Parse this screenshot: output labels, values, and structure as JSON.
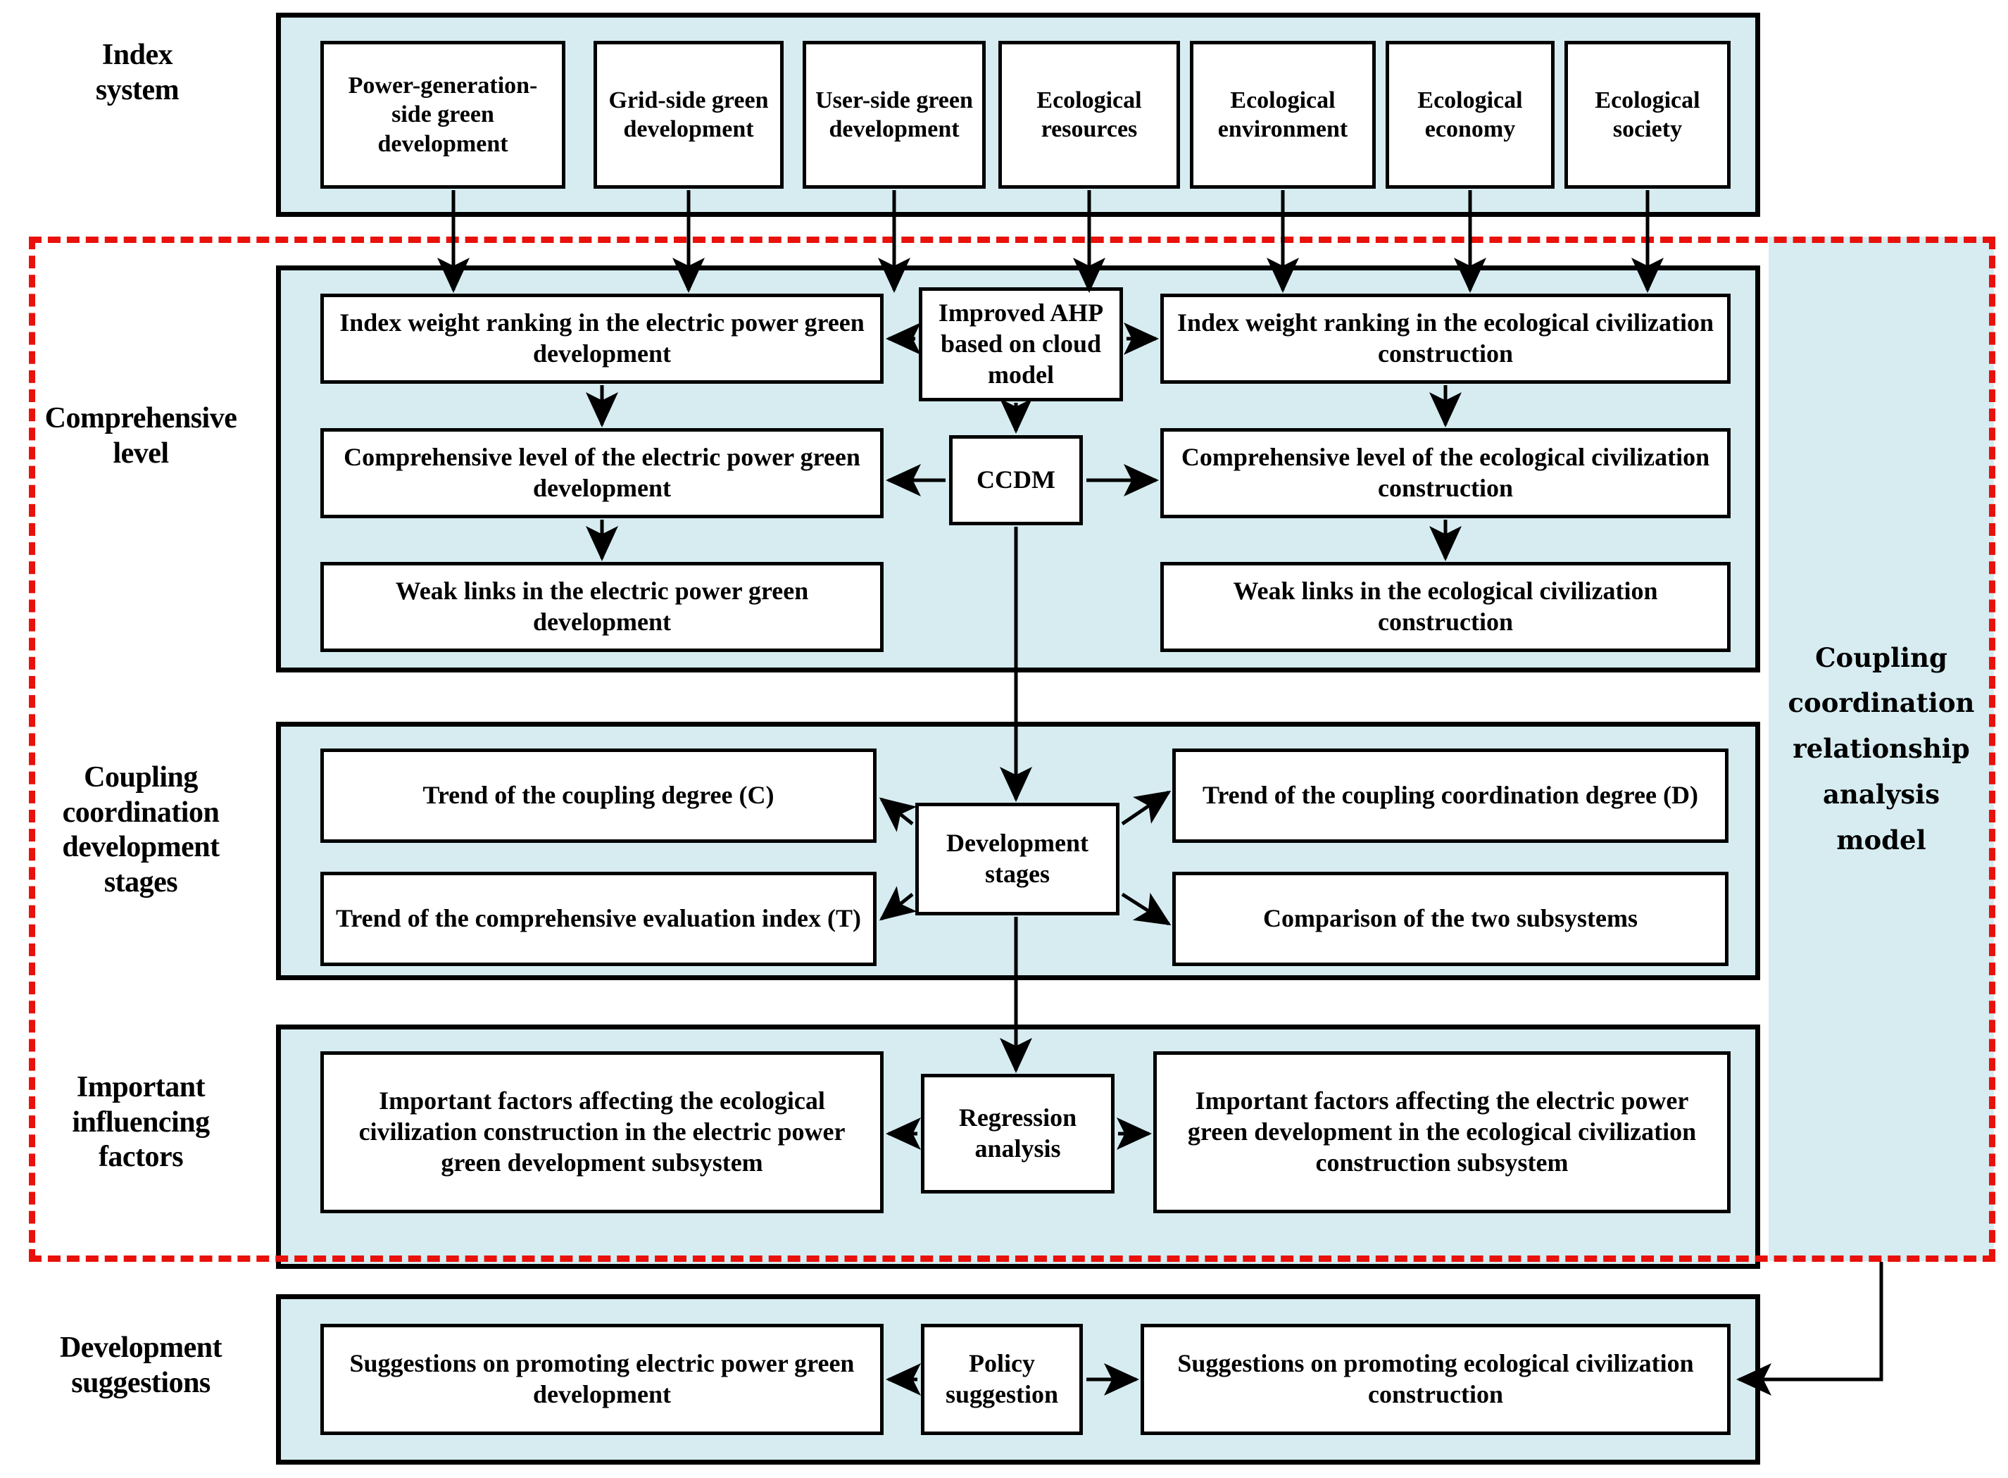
{
  "diagram": {
    "title": "Coupling coordination relationship analysis model framework",
    "accent_blue": "#d6ecf1",
    "accent_red": "#e8110b",
    "outline": "#000000"
  },
  "row_labels": {
    "index_system": "Index\nsystem",
    "comprehensive_level": "Comprehensive\nlevel",
    "coupling_stages": "Coupling\ncoordination\ndevelopment\nstages",
    "influencing_factors": "Important\ninfluencing\nfactors",
    "development_suggestions": "Development\nsuggestions"
  },
  "side_panel": {
    "label": "Coupling coordination relationship analysis model"
  },
  "index_system": {
    "items": [
      {
        "label": "Power-generation-side green development"
      },
      {
        "label": "Grid-side green development"
      },
      {
        "label": "User-side green development"
      },
      {
        "label": "Ecological resources"
      },
      {
        "label": "Ecological environment"
      },
      {
        "label": "Ecological economy"
      },
      {
        "label": "Ecological society"
      }
    ]
  },
  "comprehensive_level": {
    "left_column": [
      {
        "label": "Index weight ranking in the electric power green development"
      },
      {
        "label": "Comprehensive level of the electric power green development"
      },
      {
        "label": "Weak links in the electric power green development"
      }
    ],
    "center": [
      {
        "label": "Improved AHP based on cloud model"
      },
      {
        "label": "CCDM"
      }
    ],
    "right_column": [
      {
        "label": "Index weight ranking in the ecological civilization construction"
      },
      {
        "label": "Comprehensive level of the ecological civilization construction"
      },
      {
        "label": "Weak links in the ecological civilization construction"
      }
    ]
  },
  "coupling_stages": {
    "center": {
      "label": "Development stages"
    },
    "left_column": [
      {
        "label": "Trend of the coupling degree (C)"
      },
      {
        "label": "Trend of the comprehensive evaluation index (T)"
      }
    ],
    "right_column": [
      {
        "label": "Trend of the coupling coordination degree (D)"
      },
      {
        "label": "Comparison of the two subsystems"
      }
    ]
  },
  "influencing_factors": {
    "center": {
      "label": "Regression analysis"
    },
    "left": {
      "label": "Important factors affecting the ecological civilization construction in the electric power green development subsystem"
    },
    "right": {
      "label": "Important factors affecting the electric power green development in the ecological civilization construction subsystem"
    }
  },
  "development_suggestions": {
    "center": {
      "label": "Policy suggestion"
    },
    "left": {
      "label": "Suggestions on promoting electric power green development"
    },
    "right": {
      "label": "Suggestions on promoting ecological civilization construction"
    }
  }
}
